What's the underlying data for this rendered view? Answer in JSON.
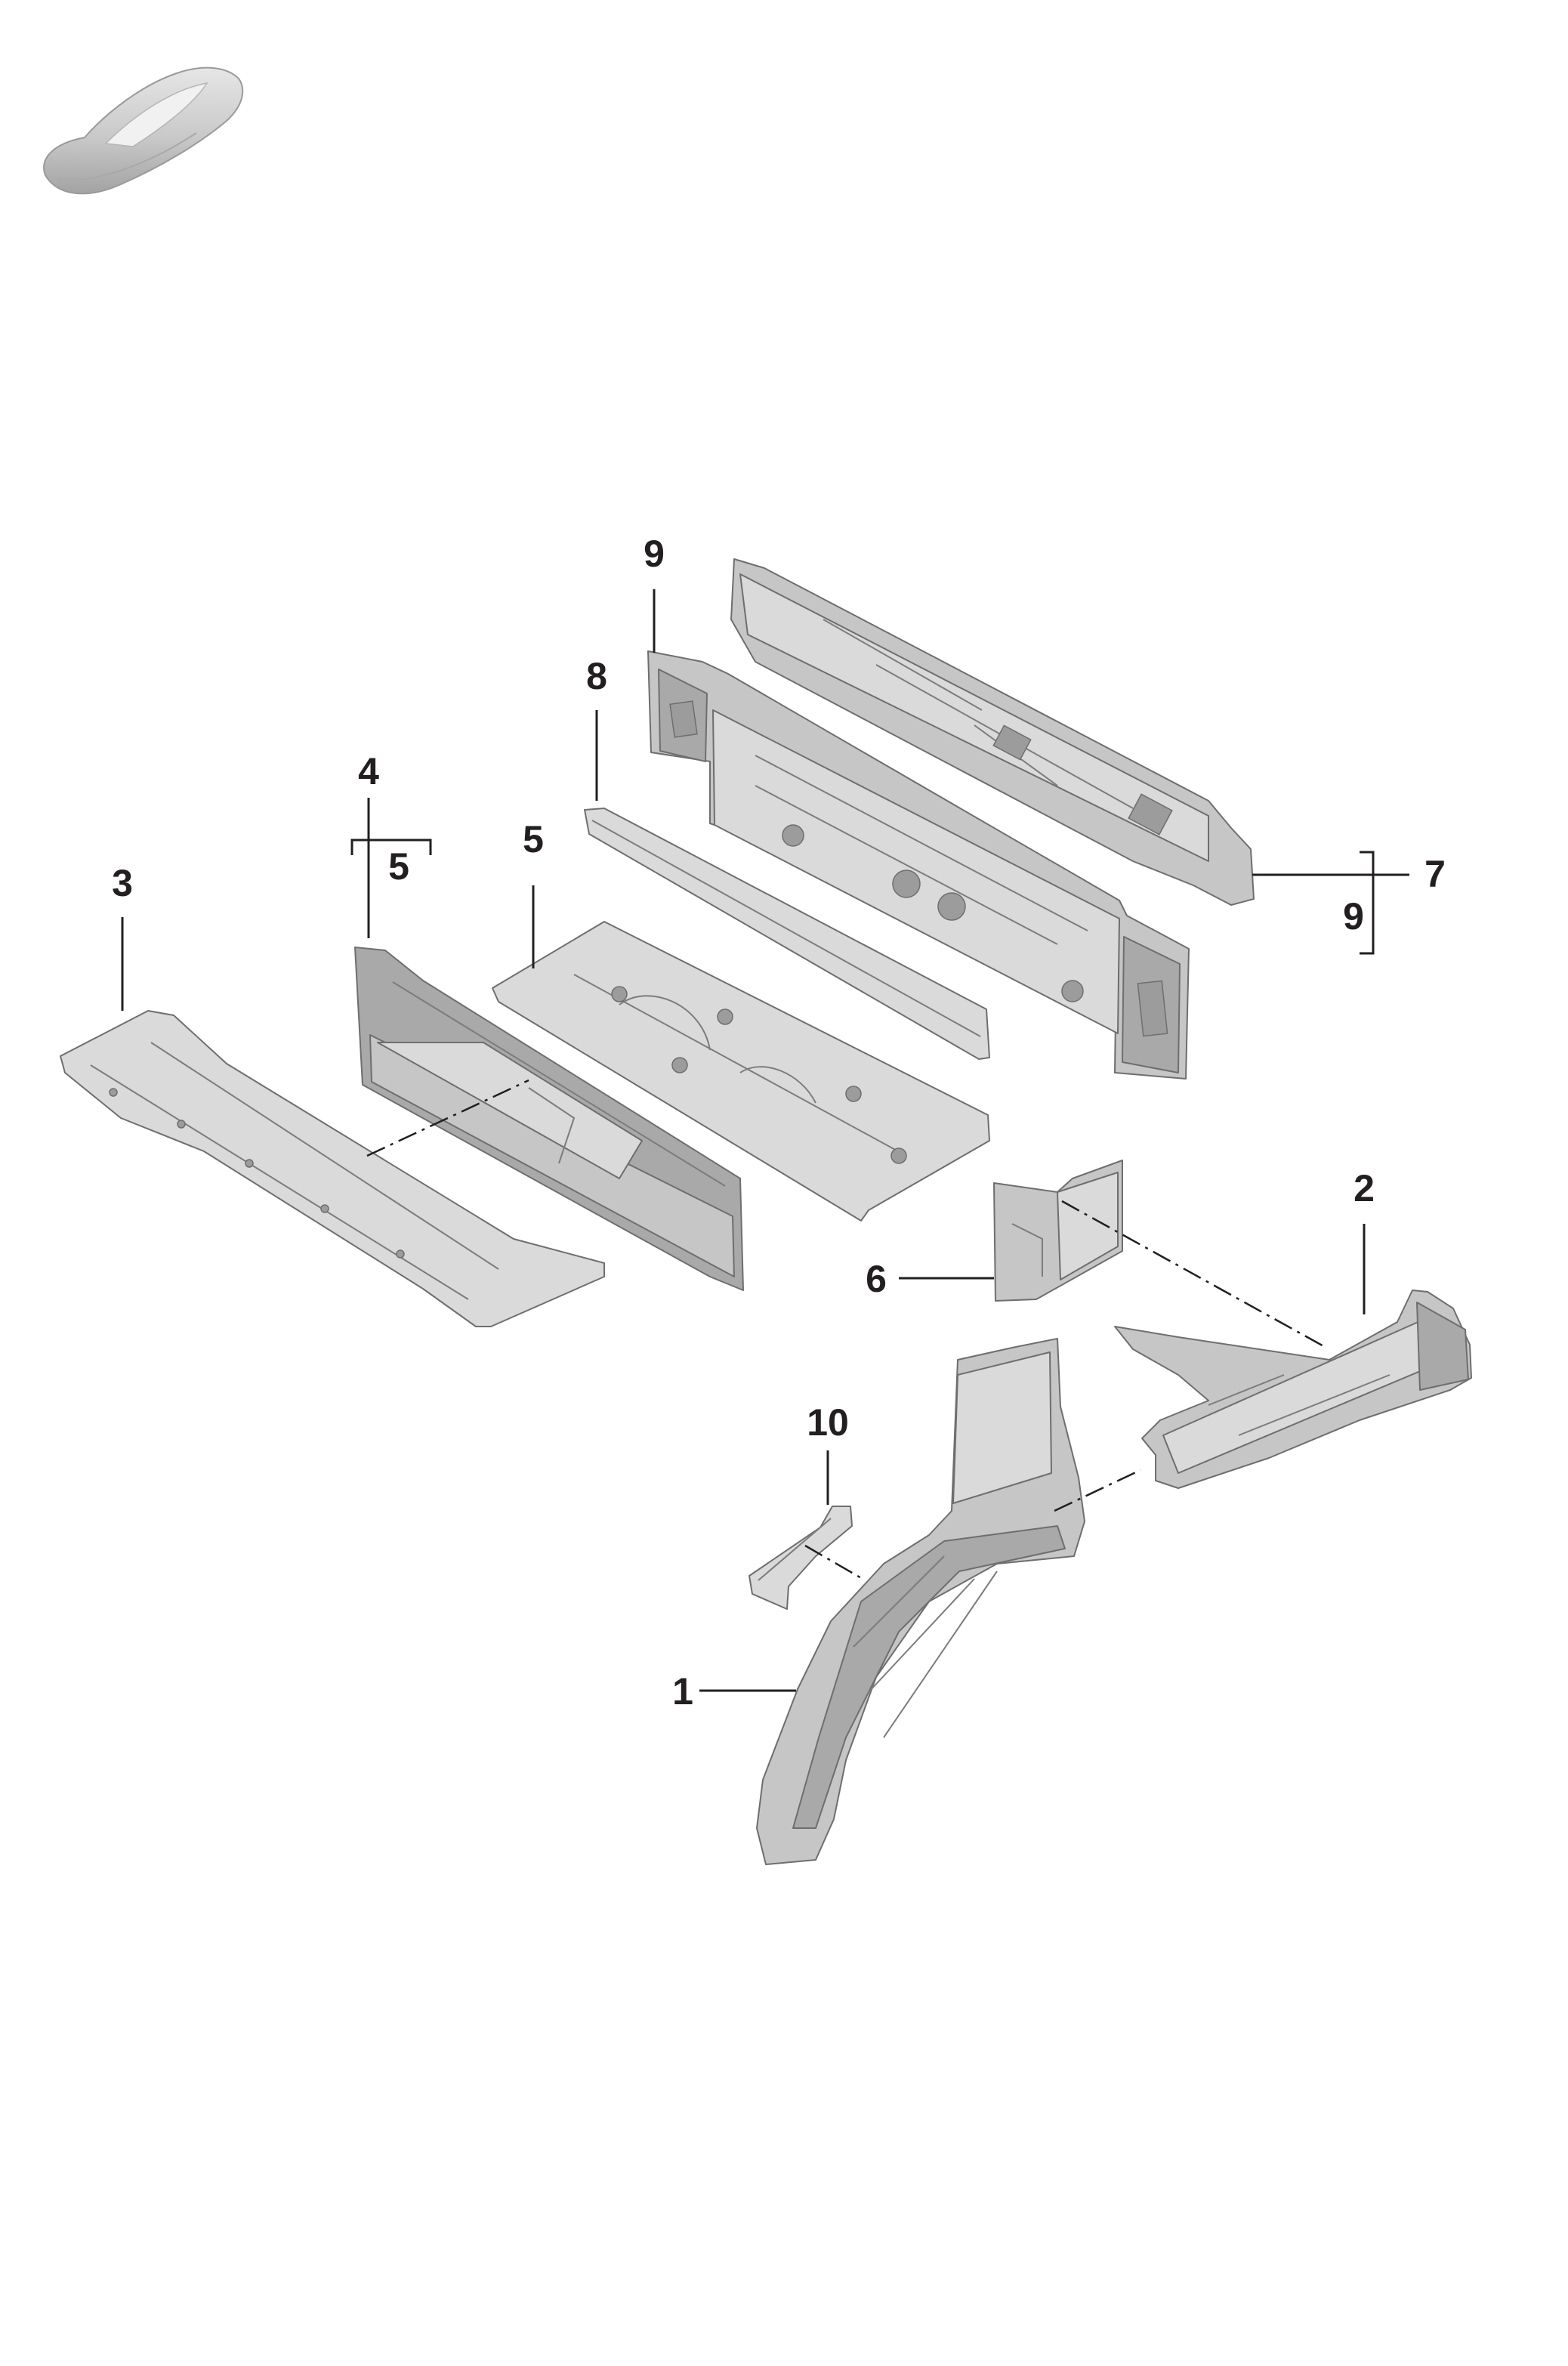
{
  "callouts": {
    "c1": "1",
    "c2": "2",
    "c3": "3",
    "c4": "4",
    "c4_sub": "5",
    "c5": "5",
    "c6": "6",
    "c7": "7",
    "c7_sub": "9",
    "c8": "8",
    "c9": "9",
    "c10": "10"
  },
  "colors": {
    "line": "#231f20",
    "part_light": "#dadada",
    "part_mid": "#c6c6c6",
    "part_dark": "#a9a9a9"
  },
  "icons": {
    "vehicle_silhouette": "car-silhouette-icon"
  }
}
